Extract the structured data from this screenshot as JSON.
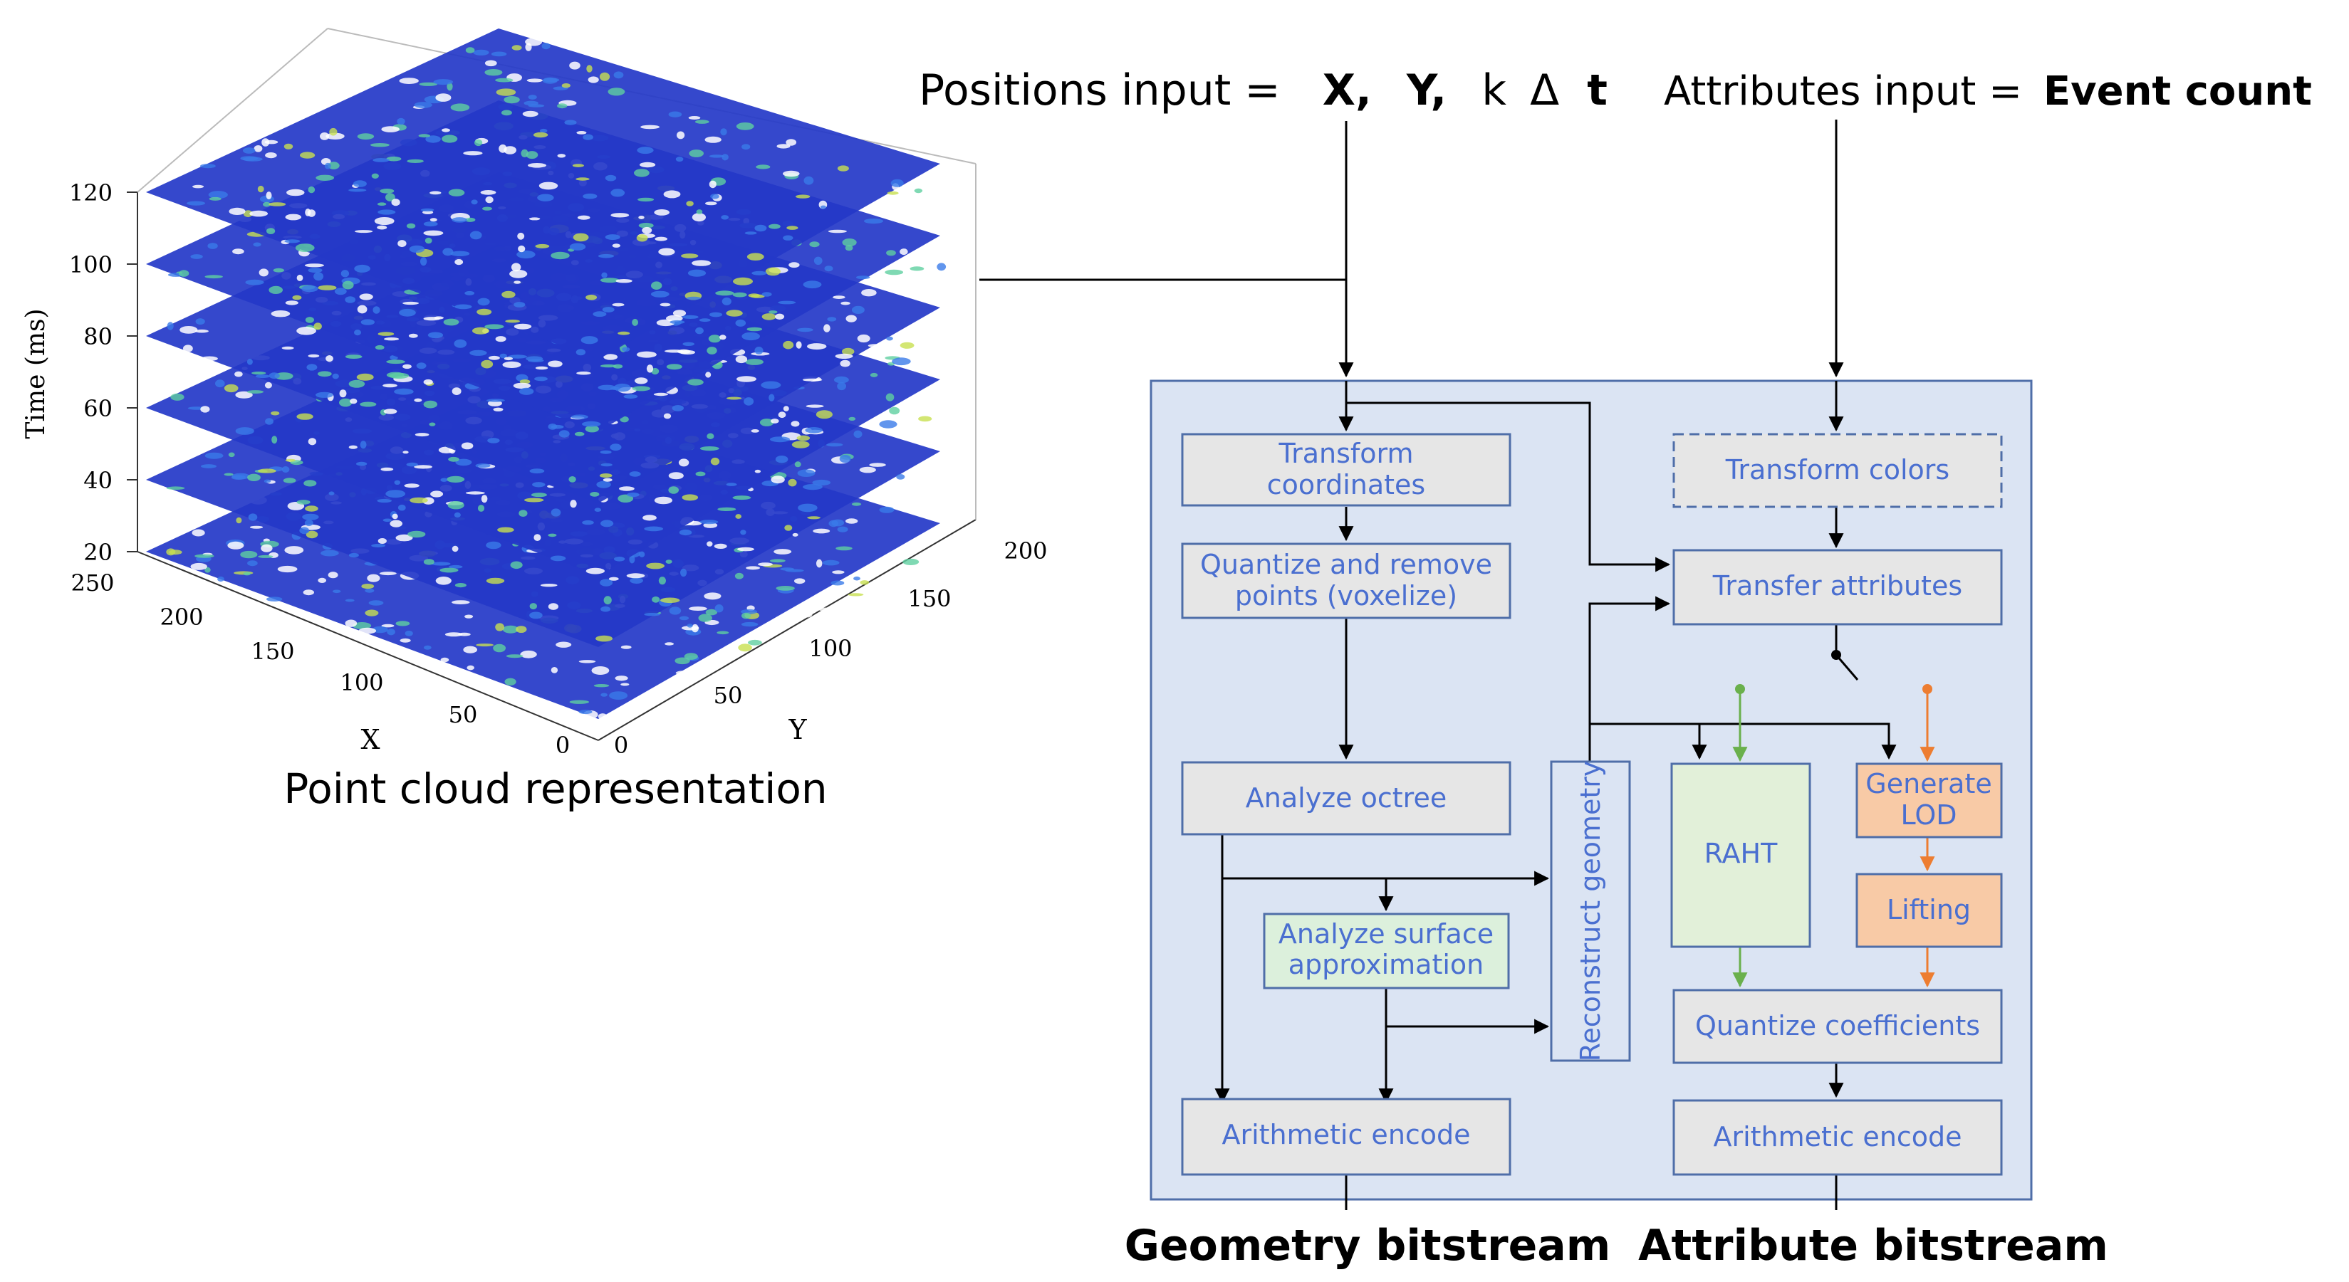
{
  "inputs": {
    "positions_prefix": "Positions input =",
    "positions_x": "X,",
    "positions_y": "Y,",
    "positions_k": "k",
    "positions_delta": "Δ",
    "positions_t": "t",
    "attributes_prefix": "Attributes input =",
    "attributes_value": "Event count"
  },
  "point_cloud": {
    "caption": "Point cloud representation",
    "z_label": "Time (ms)",
    "x_label": "X",
    "y_label": "Y",
    "z_ticks": [
      "120",
      "100",
      "80",
      "60",
      "40",
      "20"
    ],
    "x_ticks": [
      "250",
      "200",
      "150",
      "100",
      "50",
      "0"
    ],
    "y_ticks": [
      "0",
      "50",
      "100",
      "150",
      "200"
    ],
    "colors": {
      "low": "#2438c8",
      "mid": "#3a7ae8",
      "high": "#5fd0a0",
      "peak": "#c8e050"
    }
  },
  "codec": {
    "geometry": {
      "transform_coords": [
        "Transform",
        "coordinates"
      ],
      "quantize": [
        "Quantize and remove",
        "points (voxelize)"
      ],
      "analyze_octree": "Analyze octree",
      "surface": [
        "Analyze surface",
        "approximation"
      ],
      "reconstruct": "Reconstruct geometry",
      "encode": "Arithmetic encode"
    },
    "attribute": {
      "transform_colors": "Transform colors",
      "transfer": "Transfer attributes",
      "raht": "RAHT",
      "generate_lod": [
        "Generate",
        "LOD"
      ],
      "lifting": "Lifting",
      "quantize_coeff": "Quantize coefficients",
      "encode": "Arithmetic encode"
    },
    "colors": {
      "panel": "#dbe4f3",
      "box": "#e6e6e6",
      "surface": "#dcf0dc",
      "raht": "#e2f0d9",
      "lod": "#f8caa6",
      "green_arrow": "#6ab04c",
      "orange_arrow": "#ed7d31",
      "text": "#4a6fd0"
    }
  },
  "outputs": {
    "geometry": "Geometry bitstream",
    "attribute": "Attribute bitstream"
  }
}
